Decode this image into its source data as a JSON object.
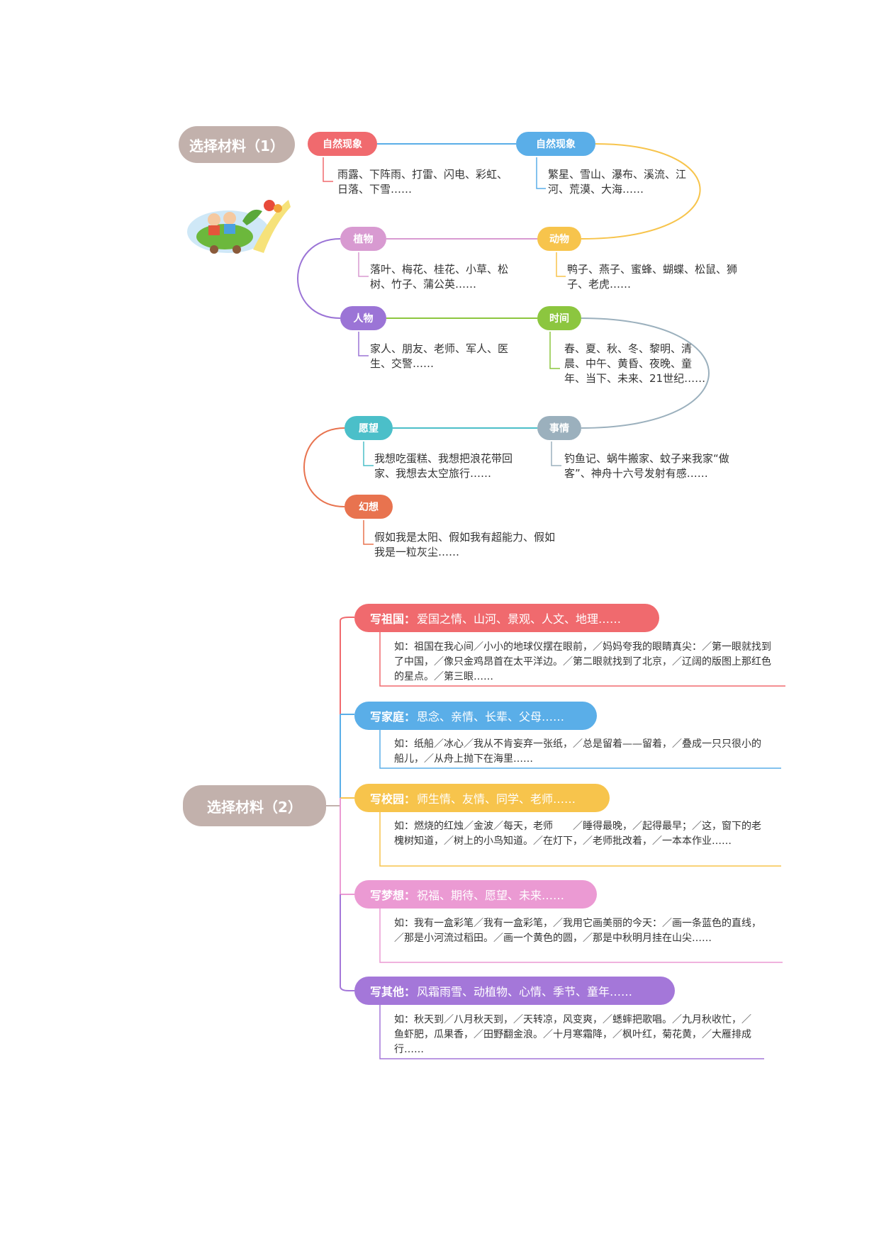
{
  "part1": {
    "root": "选择材料（1）",
    "nodes": [
      {
        "label": "自然现象",
        "text": "雨露、下阵雨、打雷、闪电、彩虹、日落、下雪……",
        "color": "#f06a6e"
      },
      {
        "label": "自然现象",
        "text": "繁星、雪山、瀑布、溪流、江河、荒漠、大海……",
        "color": "#5aaee8"
      },
      {
        "label": "动物",
        "text": "鸭子、燕子、蜜蜂、蝴蝶、松鼠、狮子、老虎……",
        "color": "#f7c44c"
      },
      {
        "label": "植物",
        "text": "落叶、梅花、桂花、小草、松树、竹子、蒲公英……",
        "color": "#d89ad1"
      },
      {
        "label": "人物",
        "text": "家人、朋友、老师、军人、医生、交警……",
        "color": "#9b74d6"
      },
      {
        "label": "时间",
        "text": "春、夏、秋、冬、黎明、清晨、中午、黄昏、夜晚、童年、当下、未来、21世纪……",
        "color": "#8cc63f"
      },
      {
        "label": "愿望",
        "text": "我想吃蛋糕、我想把浪花带回家、我想去太空旅行……",
        "color": "#4bbfc9"
      },
      {
        "label": "事情",
        "text": "钓鱼记、蜗牛搬家、蚊子来我家“做客”、神舟十六号发射有感……",
        "color": "#9bb0bd"
      },
      {
        "label": "幻想",
        "text": "假如我是太阳、假如我有超能力、假如我是一粒灰尘……",
        "color": "#e8734f"
      }
    ]
  },
  "part2": {
    "root": "选择材料（2）",
    "branches": [
      {
        "head": "写祖国：",
        "topics": "爱国之情、山河、景观、人文、地理……",
        "example": "如：祖国在我心间／小小的地球仪摆在眼前，／妈妈夸我的眼睛真尖：／第一眼就找到了中国，／像只金鸡昂首在太平洋边。／第二眼就找到了北京，／辽阔的版图上那红色的星点。／第三眼……",
        "color": "#f06a6e"
      },
      {
        "head": "写家庭：",
        "topics": "思念、亲情、长辈、父母……",
        "example": "如：纸船／冰心／我从不肯妄弃一张纸，／总是留着——留着，／叠成一只只很小的船儿，／从舟上抛下在海里……",
        "color": "#5aaee8"
      },
      {
        "head": "写校园：",
        "topics": "师生情、友情、同学、老师……",
        "example": "如：燃烧的红烛／金波／每天，老师　　／睡得最晚，／起得最早；／这，窗下的老槐树知道，／树上的小鸟知道。／在灯下，／老师批改着，／一本本作业……",
        "color": "#f7c44c"
      },
      {
        "head": "写梦想：",
        "topics": "祝福、期待、愿望、未来……",
        "example": "如：我有一盒彩笔／我有一盒彩笔，／我用它画美丽的今天：／画一条蓝色的直线，／那是小河流过稻田。／画一个黄色的圆，／那是中秋明月挂在山尖……",
        "color": "#eb9ad3"
      },
      {
        "head": "写其他：",
        "topics": "风霜雨雪、动植物、心情、季节、童年……",
        "example": "如：秋天到／八月秋天到，／天转凉，风变爽，／蟋蟀把歌唱。／九月秋收忙，／鱼虾肥，瓜果香，／田野翻金浪。／十月寒霜降，／枫叶红，菊花黄，／大雁排成行……",
        "color": "#a477d9"
      }
    ]
  }
}
